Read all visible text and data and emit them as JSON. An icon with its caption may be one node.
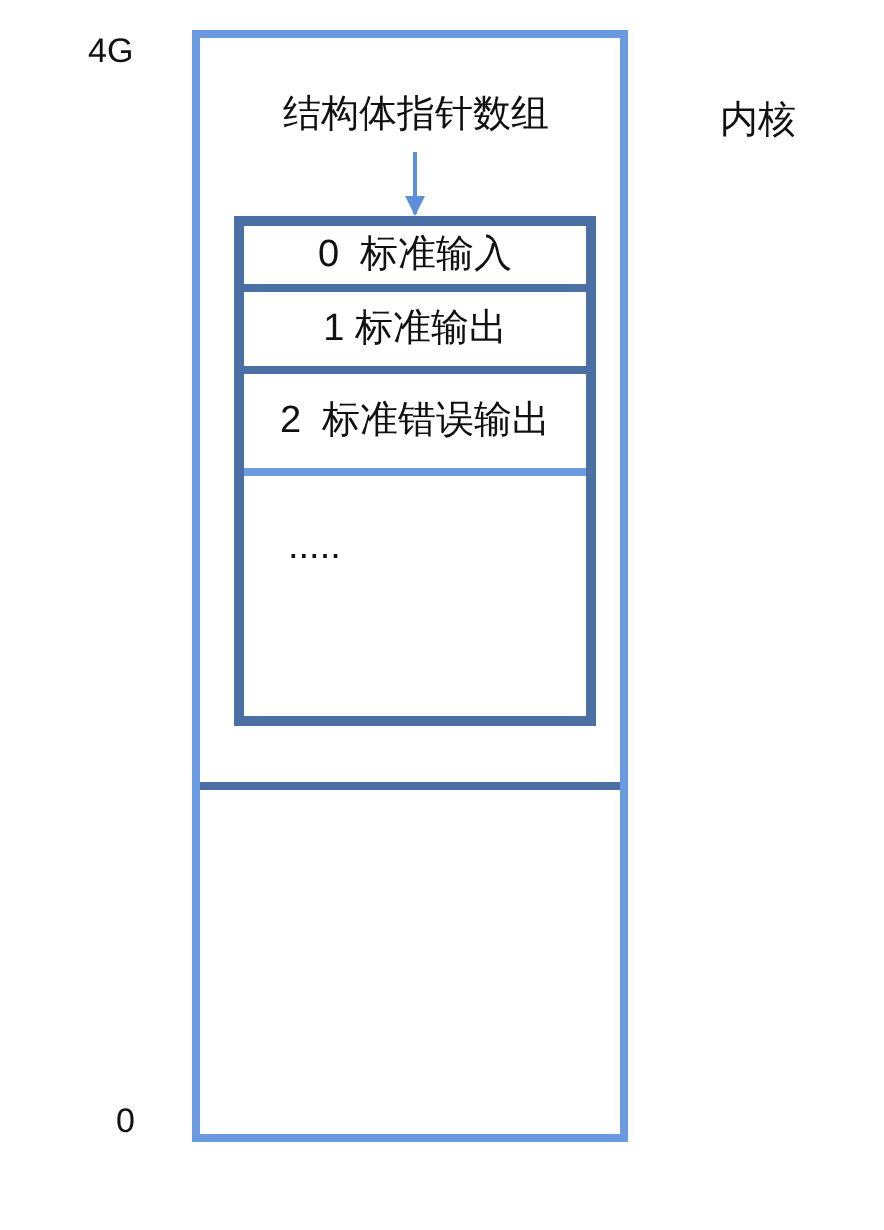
{
  "diagram": {
    "nodes": [
      {
        "text": [],
        "shape": "box",
        "beside": [
          "内核"
        ]
      },
      {
        "text": [
          "结构体指针数组"
        ],
        "in": 0
      },
      {
        "text": [],
        "shape": "box",
        "in": 0
      },
      {
        "text": [
          "0  标准输入"
        ],
        "in": 2
      },
      {
        "text": [
          "1 标准输出"
        ],
        "in": 2
      },
      {
        "text": [
          "2  标准错误输出"
        ],
        "in": 2
      },
      {
        "text": [
          "....."
        ],
        "in": 2
      }
    ],
    "edges": [
      {
        "from": 1,
        "to": 2,
        "arrow": "to"
      }
    ],
    "labels": [
      "4G",
      "0"
    ]
  }
}
